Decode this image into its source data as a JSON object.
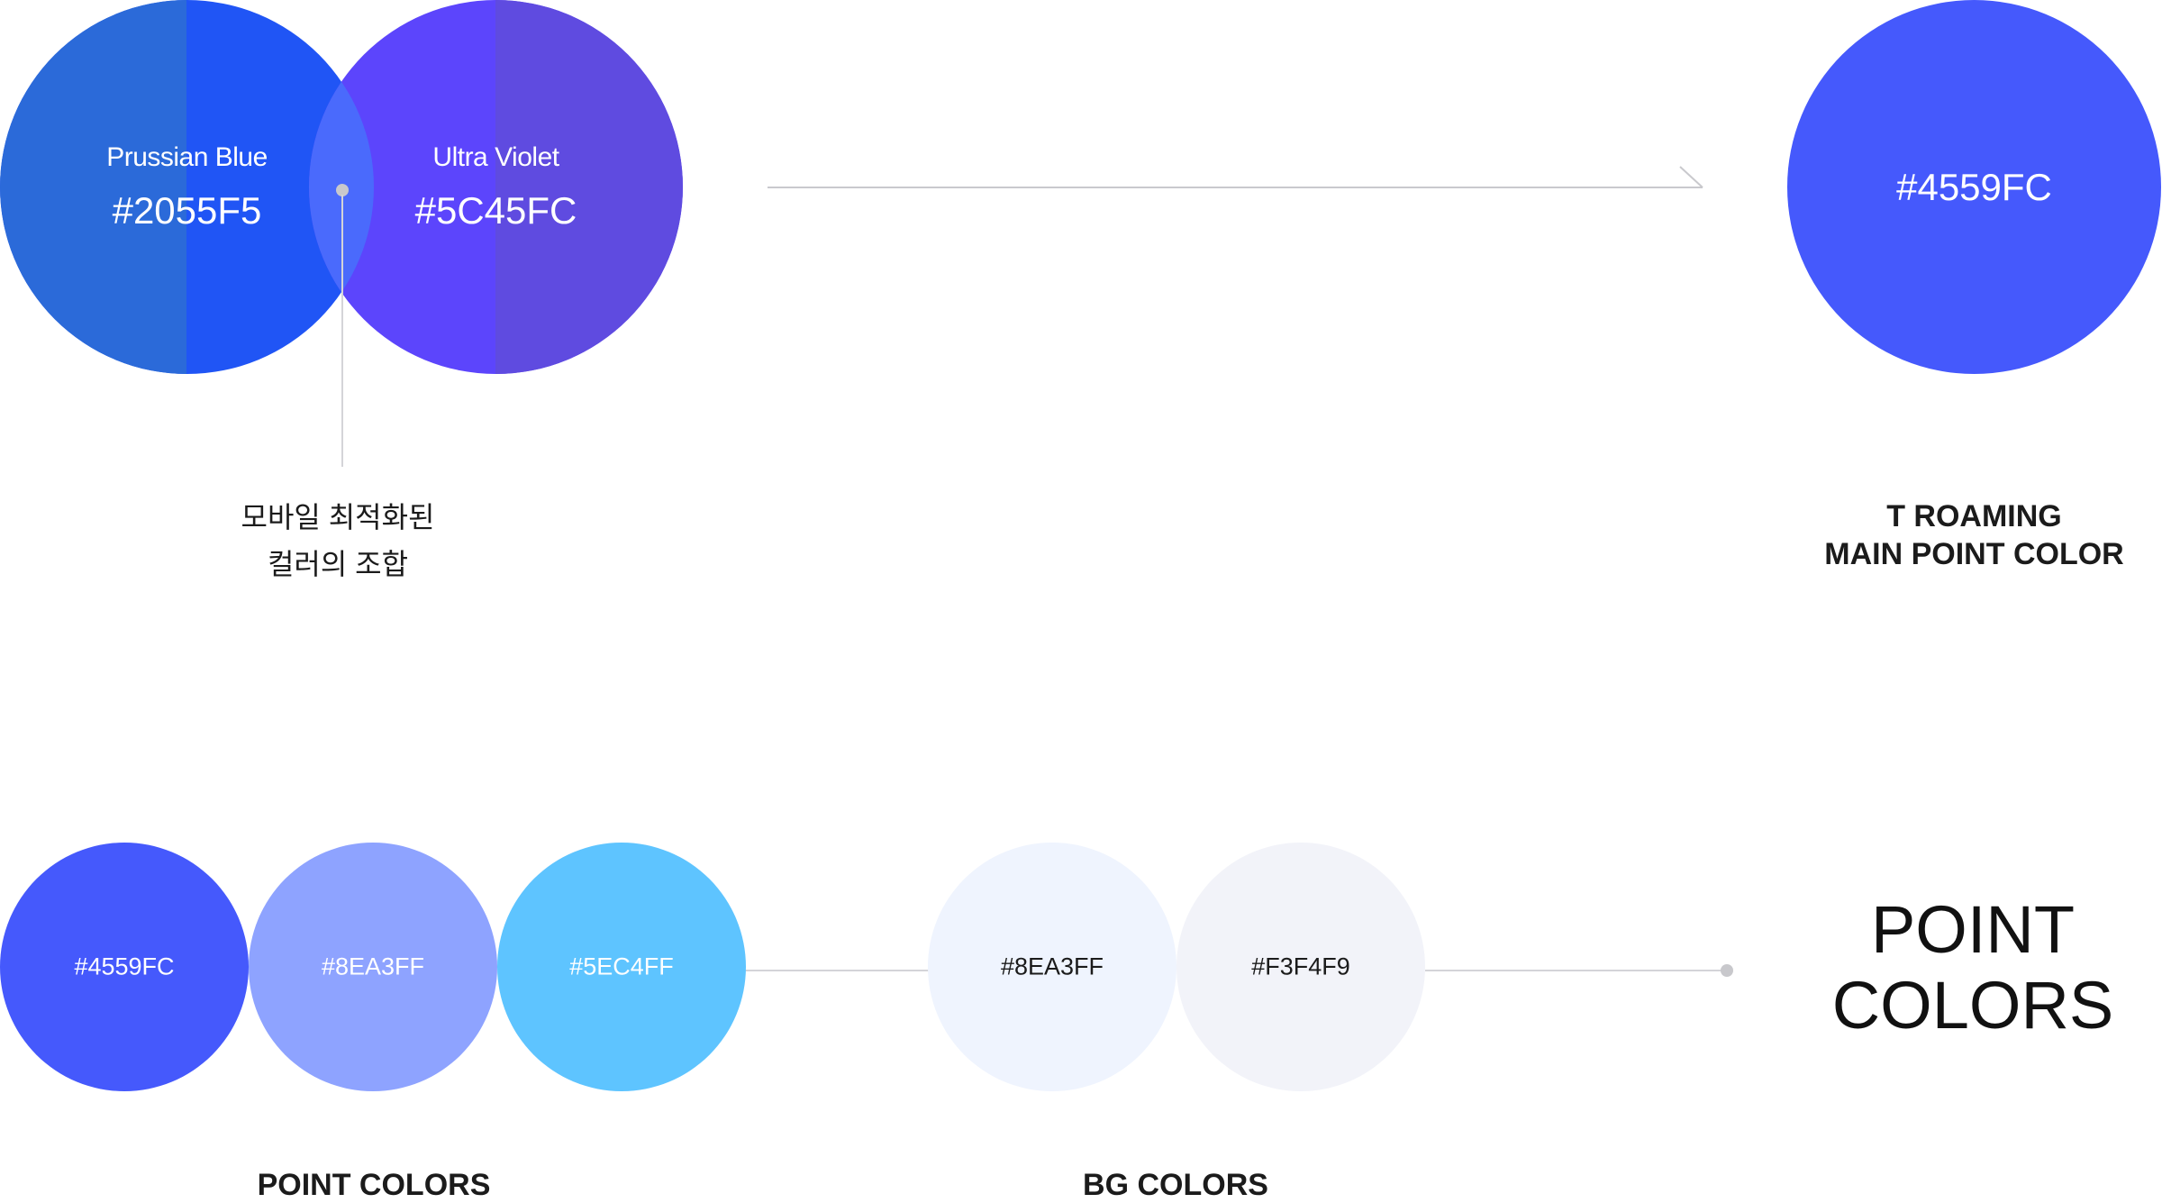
{
  "venn": {
    "left": {
      "name": "Prussian Blue",
      "hex": "#2055F5",
      "color": "#2055F5",
      "shade": "#2b6ad9"
    },
    "right": {
      "name": "Ultra Violet",
      "hex": "#5C45FC",
      "color": "#5C45FC",
      "shade": "#5f4be0"
    },
    "overlap_color": "#4a6afc",
    "caption_line1": "모바일 최적화된",
    "caption_line2": "컬러의 조합"
  },
  "main": {
    "hex": "#4559FC",
    "color": "#4559FC",
    "caption_line1": "T ROAMING",
    "caption_line2": "MAIN POINT COLOR"
  },
  "point_colors": {
    "items": [
      {
        "hex": "#4559FC",
        "color": "#4559FC",
        "text_color": "#ffffff"
      },
      {
        "hex": "#8EA3FF",
        "color": "#8EA3FF",
        "text_color": "#ffffff"
      },
      {
        "hex": "#5EC4FF",
        "color": "#5EC4FF",
        "text_color": "#ffffff"
      }
    ],
    "caption": "POINT COLORS"
  },
  "bg_colors": {
    "items": [
      {
        "hex": "#8EA3FF",
        "color": "#eff4fe",
        "text_color": "#1b1b1b"
      },
      {
        "hex": "#F3F4F9",
        "color": "#f2f3f9",
        "text_color": "#1b1b1b"
      }
    ],
    "caption": "BG COLORS"
  },
  "section_title": {
    "line1": "POINT",
    "line2": "COLORS"
  }
}
